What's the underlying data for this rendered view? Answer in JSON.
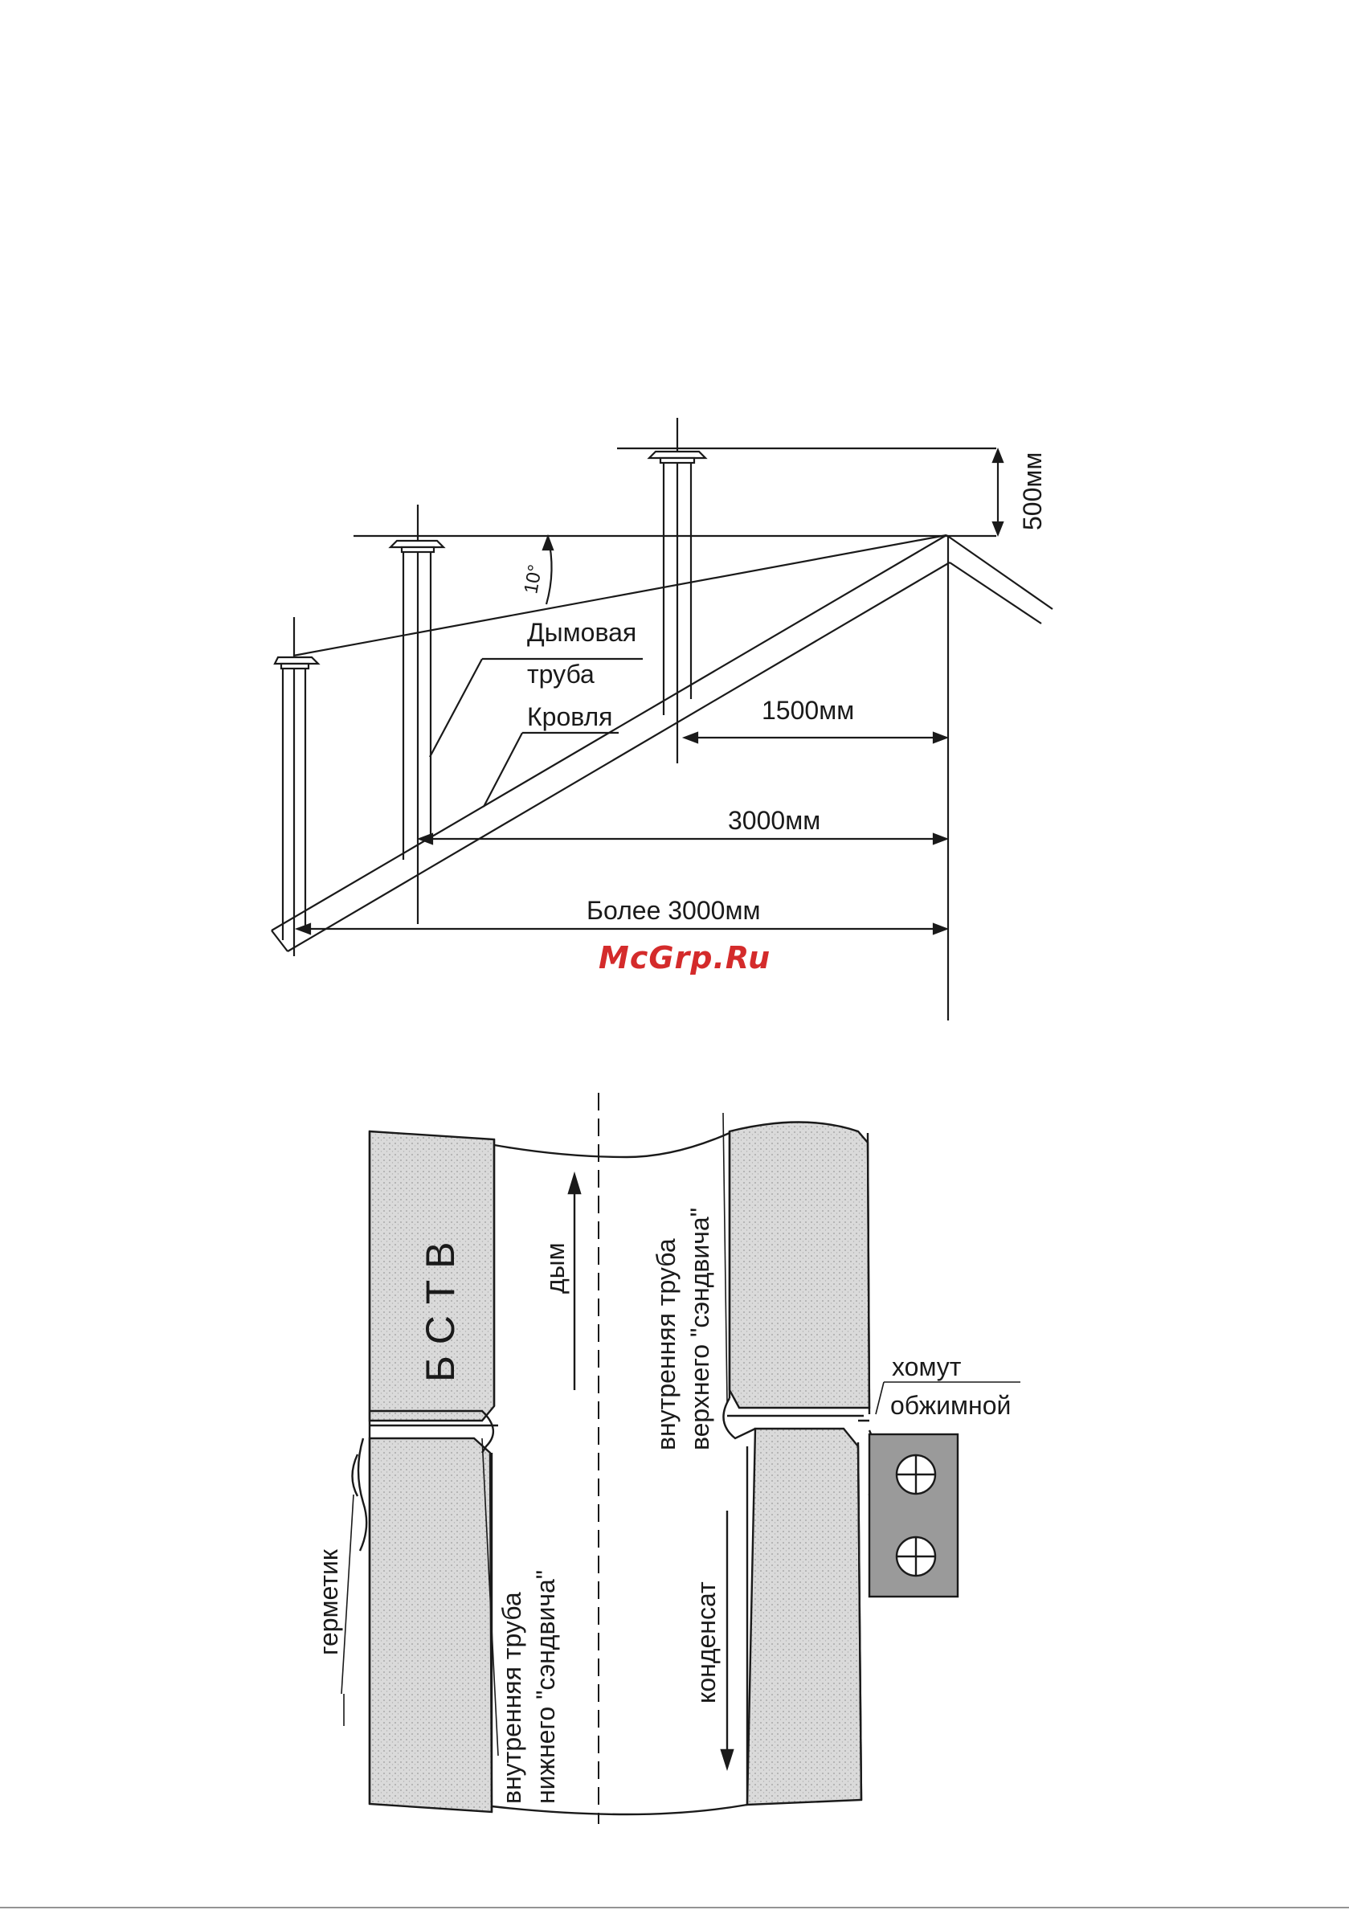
{
  "watermark": {
    "text": "McGrp.Ru",
    "color": "#d42b2b"
  },
  "colors": {
    "ink": "#1a1a1a",
    "insulation": "#d8d8d8",
    "clamp": "#9a9a9a",
    "page": "#ffffff"
  },
  "roof_diagram": {
    "angle_label": "10°",
    "chimney_label_line1": "Дымовая",
    "chimney_label_line2": "труба",
    "roof_label": "Кровля",
    "height_dimension": "500мм",
    "dim_1500": "1500мм",
    "dim_3000": "3000мм",
    "dim_more_3000": "Более 3000мм"
  },
  "sandwich_diagram": {
    "insulation_label": "Б С Т В",
    "smoke_label": "дым",
    "upper_pipe_line1": "внутренняя труба",
    "upper_pipe_line2": "верхнего  \"сэндвича\"",
    "lower_pipe_line1": "внутренняя труба",
    "lower_pipe_line2": "нижнего \"сэндвича\"",
    "condensate_label": "конденсат",
    "sealant_label": "герметик",
    "clamp_line1": "хомут",
    "clamp_line2": "обжимной"
  }
}
